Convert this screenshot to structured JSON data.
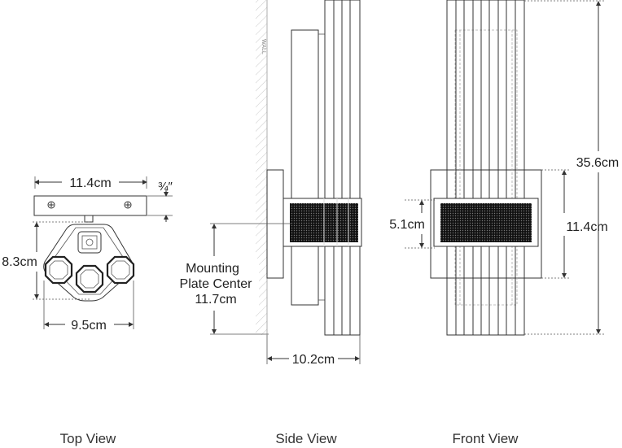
{
  "top_view": {
    "caption": "Top View",
    "width_label": "11.4cm",
    "plate_label": "¾″",
    "depth_label": "8.3cm",
    "base_label": "9.5cm"
  },
  "side_view": {
    "caption": "Side View",
    "mount_line1": "Mounting",
    "mount_line2": "Plate Center",
    "mount_value": "11.7cm",
    "projection_label": "10.2cm",
    "wall_tag": "WALL"
  },
  "front_view": {
    "caption": "Front View",
    "height_label": "35.6cm",
    "band_label": "5.1cm",
    "plate_label": "11.4cm"
  }
}
